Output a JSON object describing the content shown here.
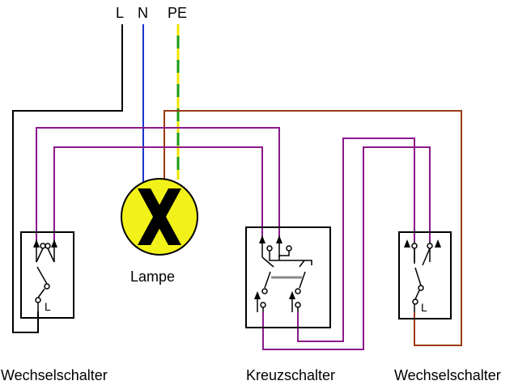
{
  "labels": {
    "conductor_L": "L",
    "conductor_N": "N",
    "conductor_PE": "PE",
    "lamp": "Lampe",
    "switch_left": "Wechselschalter",
    "switch_middle": "Kreuzschalter",
    "switch_right": "Wechselschalter",
    "terminal_left_L": "L",
    "terminal_right_L": "L"
  },
  "colors": {
    "phase": "#000000",
    "neutral": "#1a33cc",
    "earth_green": "#1a9b1a",
    "earth_yellow": "#f2e600",
    "traveller": "#8a1a8a",
    "switched_live": "#9b3a14",
    "lamp_fill": "#f2f21a",
    "cross_link": "#888888"
  }
}
